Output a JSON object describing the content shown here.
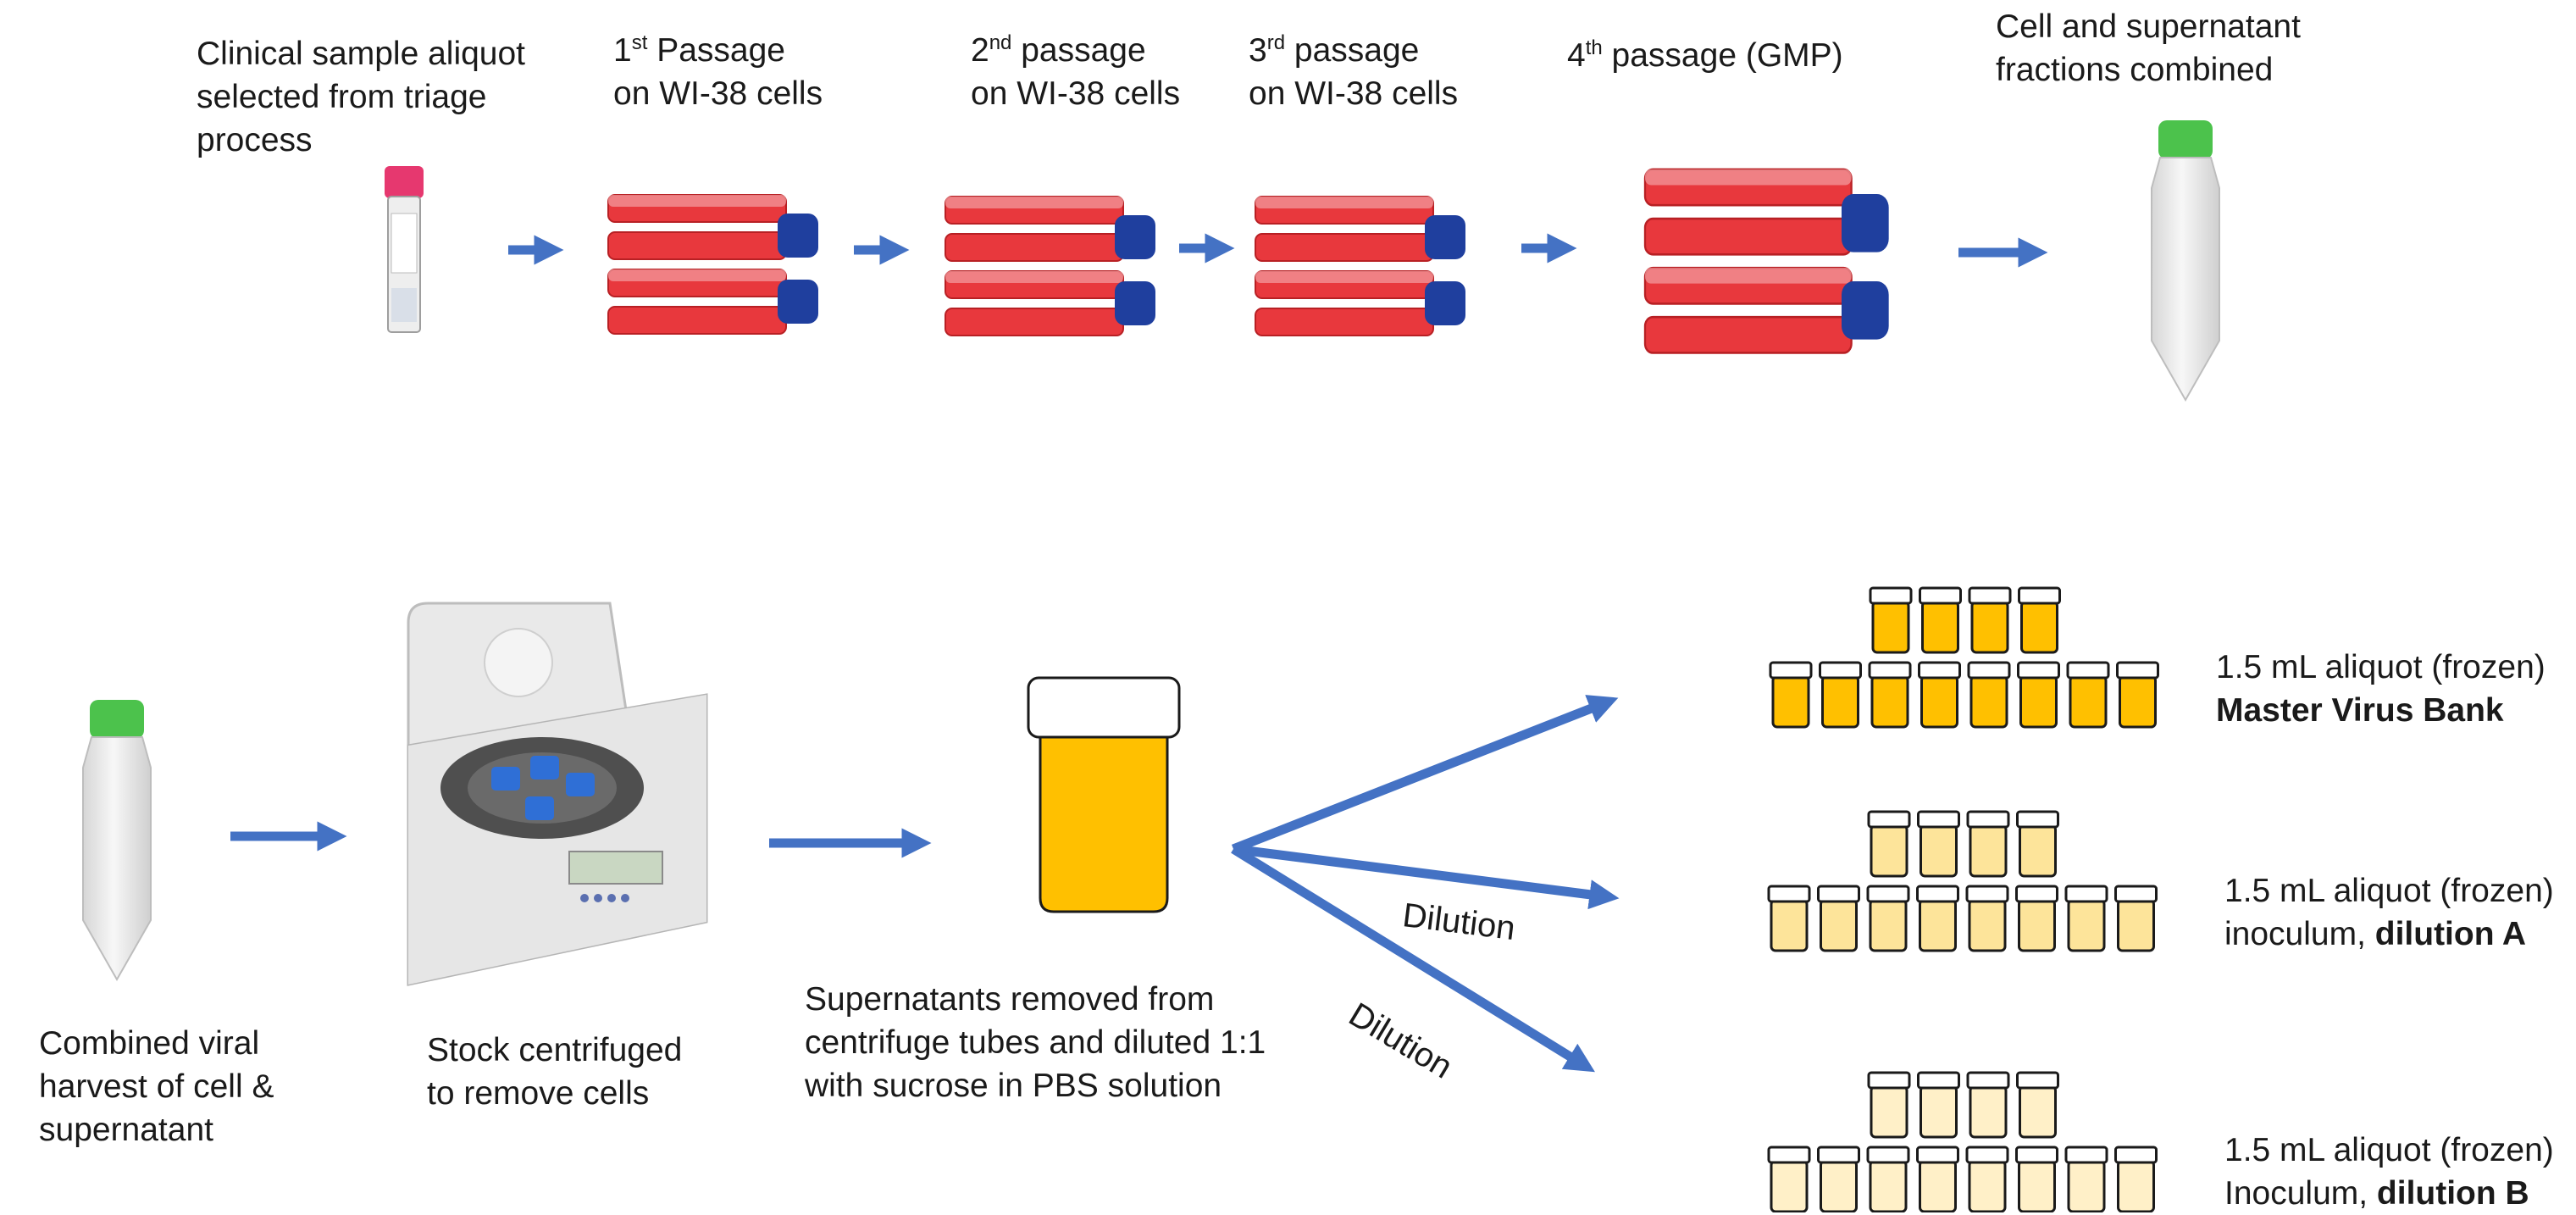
{
  "top_row": {
    "clinical": [
      "Clinical sample aliquot",
      "selected from triage",
      "process"
    ],
    "p1": {
      "num": "1",
      "sup": "st",
      "rest": " Passage",
      "line2": "on WI-38 cells"
    },
    "p2": {
      "num": "2",
      "sup": "nd",
      "rest": " passage",
      "line2": "on WI-38 cells"
    },
    "p3": {
      "num": "3",
      "sup": "rd",
      "rest": " passage",
      "line2": "on WI-38 cells"
    },
    "p4": {
      "num": "4",
      "sup": "th",
      "rest": " passage (GMP)"
    },
    "combined": [
      "Cell and supernatant",
      "fractions combined"
    ]
  },
  "bottom_row": {
    "harvest": [
      "Combined viral",
      "harvest of cell &",
      "supernatant"
    ],
    "centrifuge": [
      "Stock centrifuged",
      "to remove cells"
    ],
    "supernatant": [
      "Supernatants removed from",
      "centrifuge tubes and diluted 1:1",
      "with sucrose in PBS solution"
    ],
    "dilution_1": "Dilution",
    "dilution_2": "Dilution"
  },
  "outputs": {
    "master": {
      "line1": "1.5 mL aliquot (frozen)",
      "line2": "Master Virus Bank"
    },
    "a": {
      "line1": "1.5 mL aliquot (frozen)",
      "line2_plain": "inoculum, ",
      "line2_bold": "dilution A"
    },
    "b": {
      "line1": "1.5 mL aliquot (frozen)",
      "line2_plain": "Inoculum, ",
      "line2_bold": "dilution B"
    }
  },
  "colors": {
    "arrow": "#4472c4",
    "flask_media": "#e8383d",
    "flask_cap": "#1f3f9e",
    "tube_cap": "#4cc24c",
    "vial_master": "#ffc000",
    "vial_a": "#fde49a",
    "vial_b": "#fff0c8",
    "supernatant_fill": "#ffc000"
  }
}
